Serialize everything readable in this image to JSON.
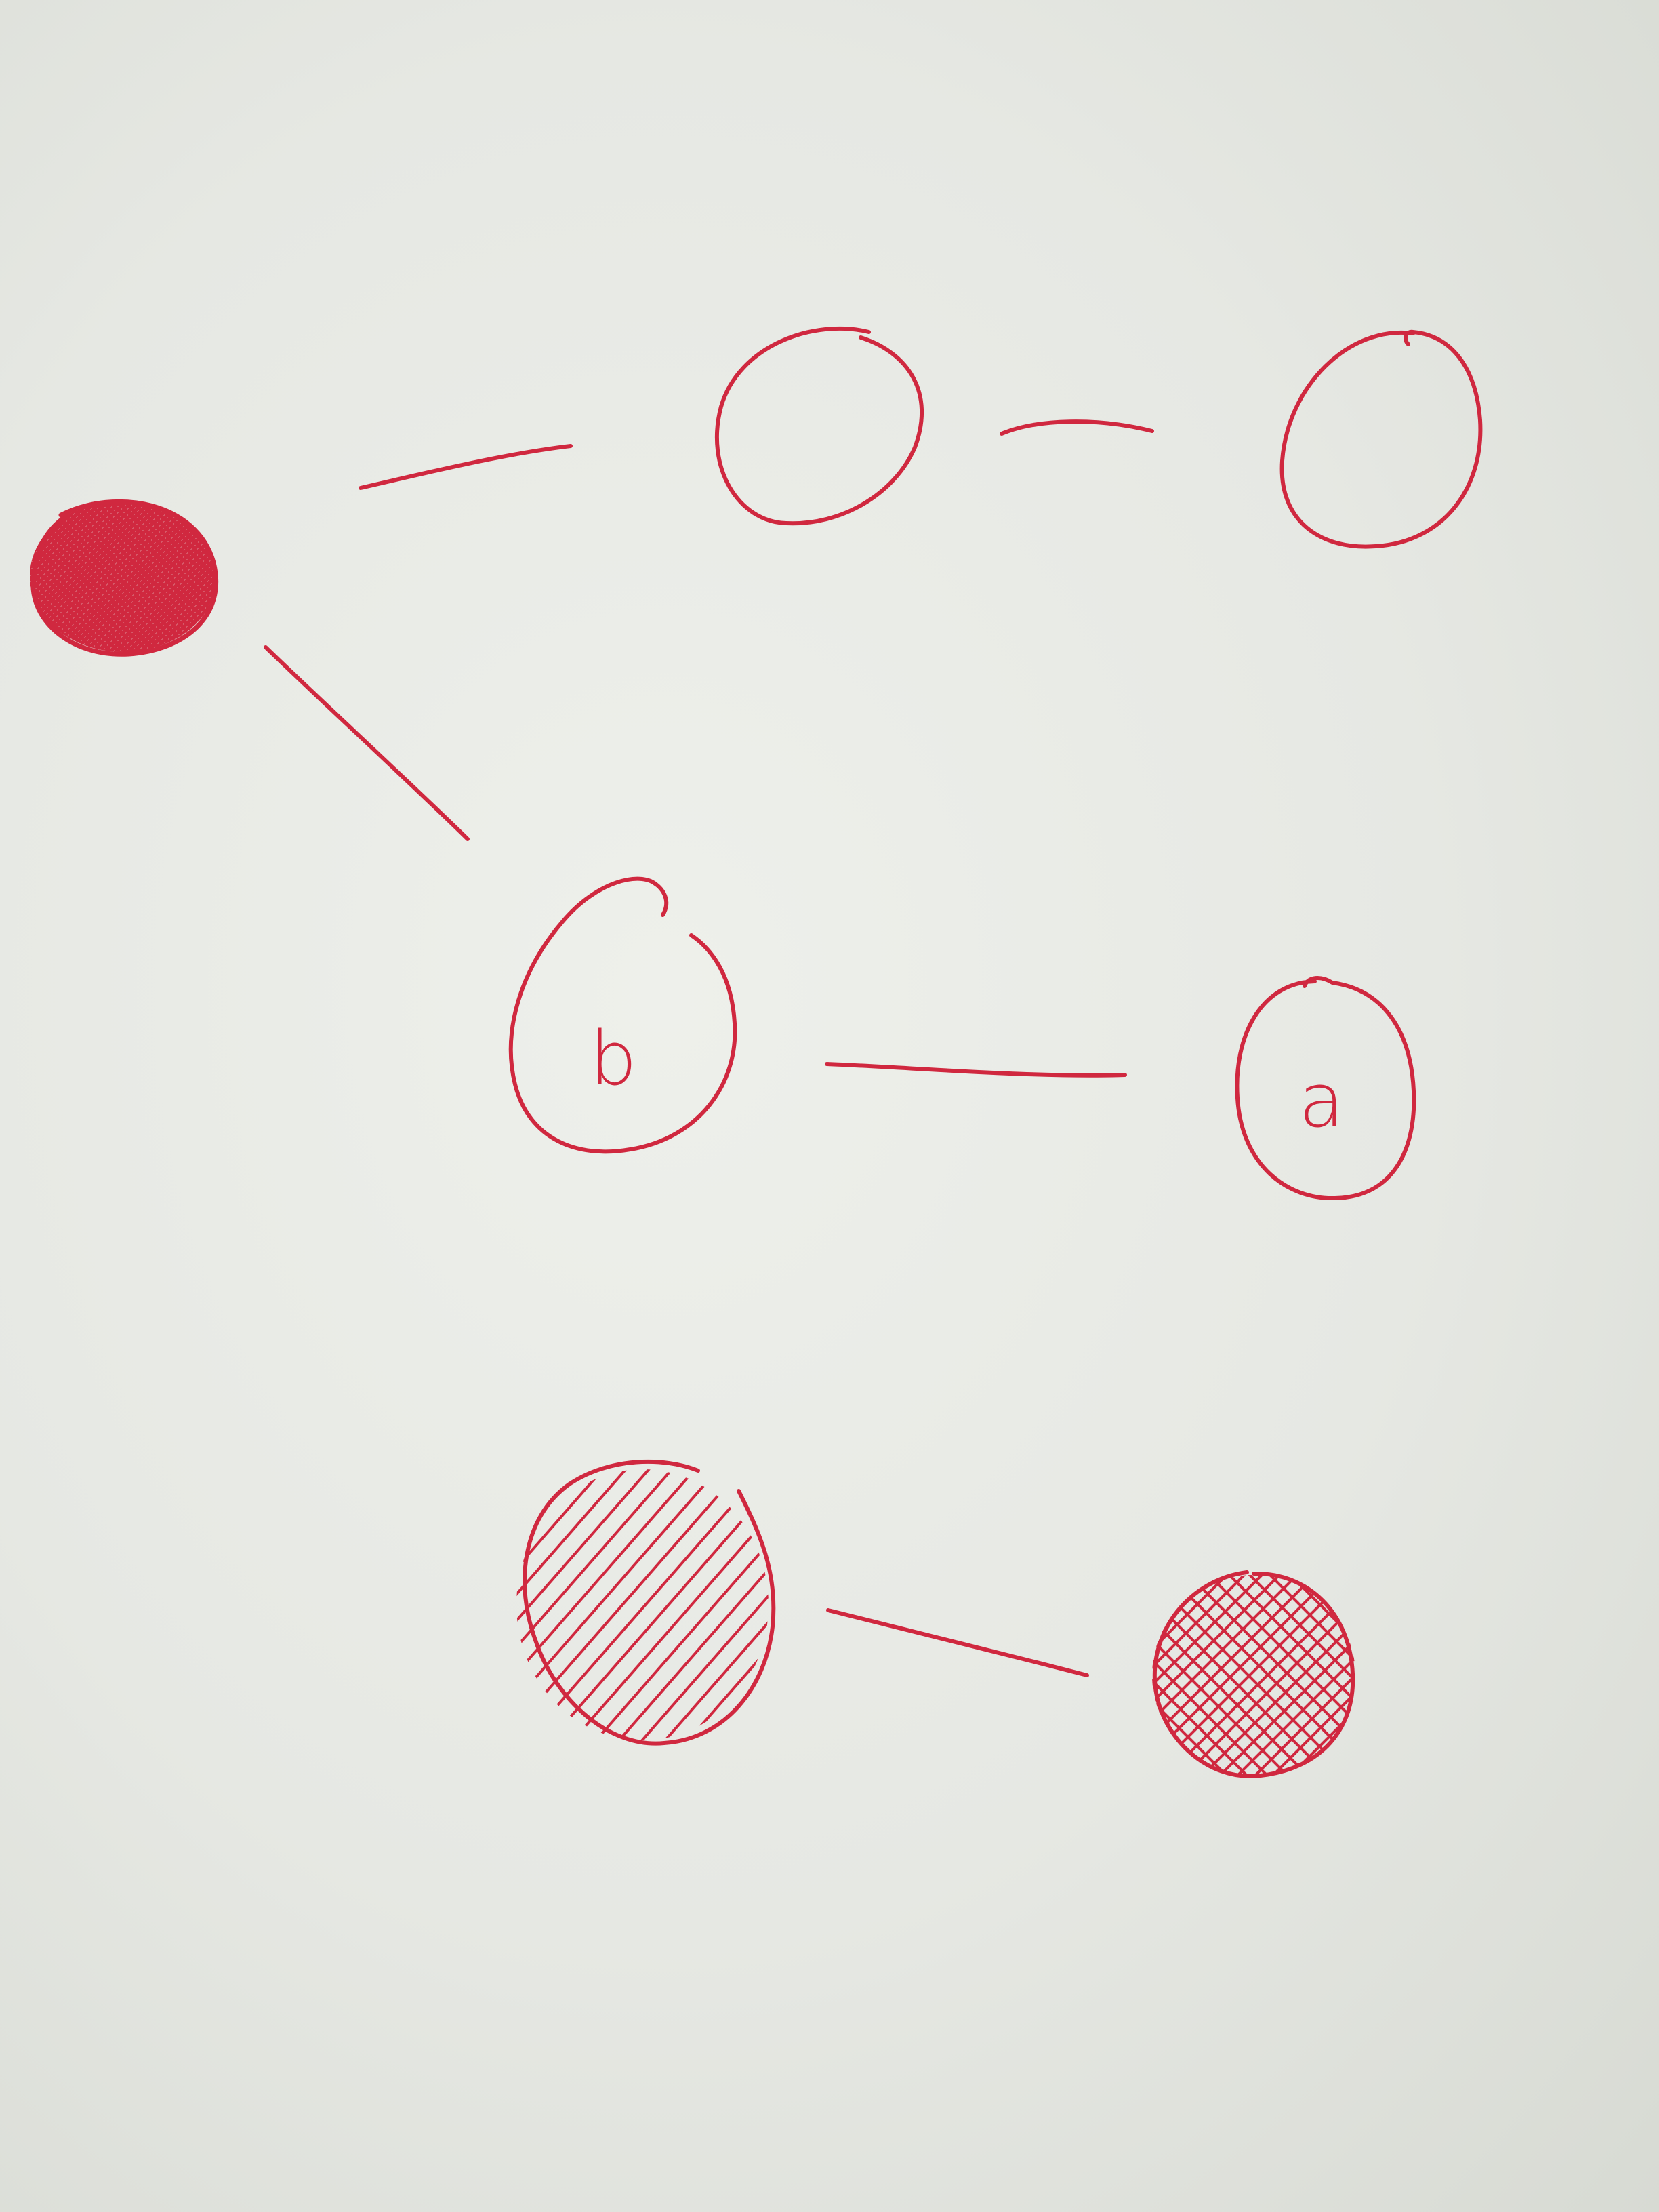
{
  "ink_color": "#d0283f",
  "paper_color": "#e6e8e3",
  "nodes": [
    {
      "id": "top-left",
      "fill": "solid",
      "label": ""
    },
    {
      "id": "top-mid",
      "fill": "none",
      "label": ""
    },
    {
      "id": "top-right",
      "fill": "none",
      "label": ""
    },
    {
      "id": "middle-b",
      "fill": "none",
      "label": "b"
    },
    {
      "id": "middle-a",
      "fill": "none",
      "label": "a"
    },
    {
      "id": "bottom-left",
      "fill": "hatched",
      "label": ""
    },
    {
      "id": "bottom-right",
      "fill": "cross-hatched",
      "label": ""
    }
  ],
  "edges": [
    {
      "from": "top-left",
      "to": "top-mid"
    },
    {
      "from": "top-mid",
      "to": "top-right"
    },
    {
      "from": "top-left",
      "to": "middle-b"
    },
    {
      "from": "middle-b",
      "to": "middle-a"
    },
    {
      "from": "bottom-left",
      "to": "bottom-right"
    }
  ]
}
